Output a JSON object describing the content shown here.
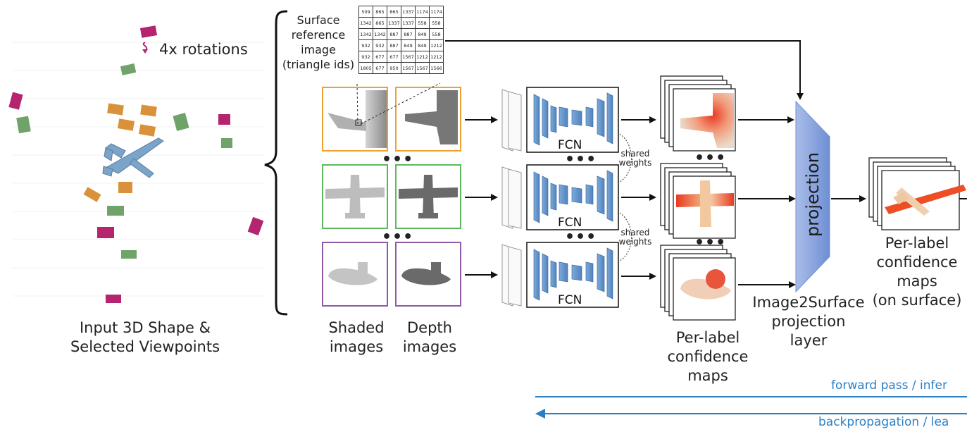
{
  "left": {
    "rotations_label": "4x rotations",
    "caption_line1": "Input 3D Shape &",
    "caption_line2": "Selected Viewpoints"
  },
  "reference": {
    "line1": "Surface",
    "line2": "reference",
    "line3": "image",
    "line4": "(triangle ids)",
    "grid": [
      [
        "509",
        "865",
        "865",
        "1337",
        "1174",
        "1174"
      ],
      [
        "1342",
        "865",
        "1337",
        "1337",
        "558",
        "558"
      ],
      [
        "1342",
        "1342",
        "887",
        "887",
        "849",
        "558"
      ],
      [
        "932",
        "932",
        "887",
        "849",
        "849",
        "1212"
      ],
      [
        "932",
        "677",
        "677",
        "1567",
        "1212",
        "1212"
      ],
      [
        "1805",
        "677",
        "950",
        "1567",
        "1567",
        "1566"
      ]
    ]
  },
  "network": {
    "fcn_label": "FCN",
    "shared_line1": "shared",
    "shared_line2": "weights",
    "ellipsis": "•••"
  },
  "captions": {
    "shaded_line1": "Shaded",
    "shaded_line2": "images",
    "depth_line1": "Depth",
    "depth_line2": "images",
    "maps_line1": "Per-label",
    "maps_line2": "confidence",
    "maps_line3": "maps",
    "proj_line1": "Image2Surface",
    "proj_line2": "projection",
    "proj_line3": "layer",
    "surf_line1": "Per-label",
    "surf_line2": "confidence",
    "surf_line3": "maps",
    "surf_line4": "(on surface)"
  },
  "projection_label": "projection",
  "passes": {
    "forward": "forward pass / infer",
    "backward": "backpropagation / lea"
  },
  "colors": {
    "orange_frame": "#f0a030",
    "green_frame": "#5cb85c",
    "purple_frame": "#8e5aa8",
    "fcn_blue": "#5b8ec9",
    "projection_fill": "#8ca6dd",
    "pass_arrow": "#2a7fc4",
    "heat_red": "#e8442a",
    "magenta": "#b5246f",
    "camera_green": "#6fa36a",
    "camera_orange": "#d9923a"
  }
}
